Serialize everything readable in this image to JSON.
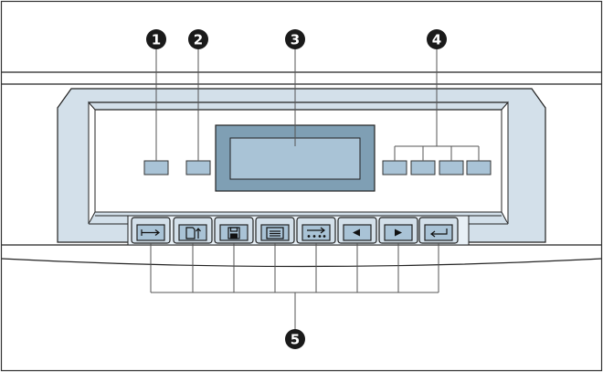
{
  "callouts": [
    {
      "id": "1",
      "label": "❶"
    },
    {
      "id": "2",
      "label": "❷"
    },
    {
      "id": "3",
      "label": "❸"
    },
    {
      "id": "4",
      "label": "❹"
    },
    {
      "id": "5",
      "label": "❺"
    }
  ],
  "colors": {
    "panel_fill": "#d3e0ea",
    "panel_light": "#e8f0f6",
    "display_fill": "#a9c3d6",
    "callout_fill": "#1a1a1a",
    "line": "#555555"
  },
  "icons": {
    "top_leds_left": [
      "indicator-led",
      "indicator-led"
    ],
    "top_leds_right": [
      "indicator-led",
      "indicator-led",
      "indicator-led",
      "indicator-led"
    ],
    "keys": [
      "tab-arrow-icon",
      "page-eject-icon",
      "floppy-save-icon",
      "menu-lines-icon",
      "dotted-arrow-icon",
      "left-triangle-icon",
      "right-triangle-icon",
      "enter-return-icon"
    ]
  }
}
